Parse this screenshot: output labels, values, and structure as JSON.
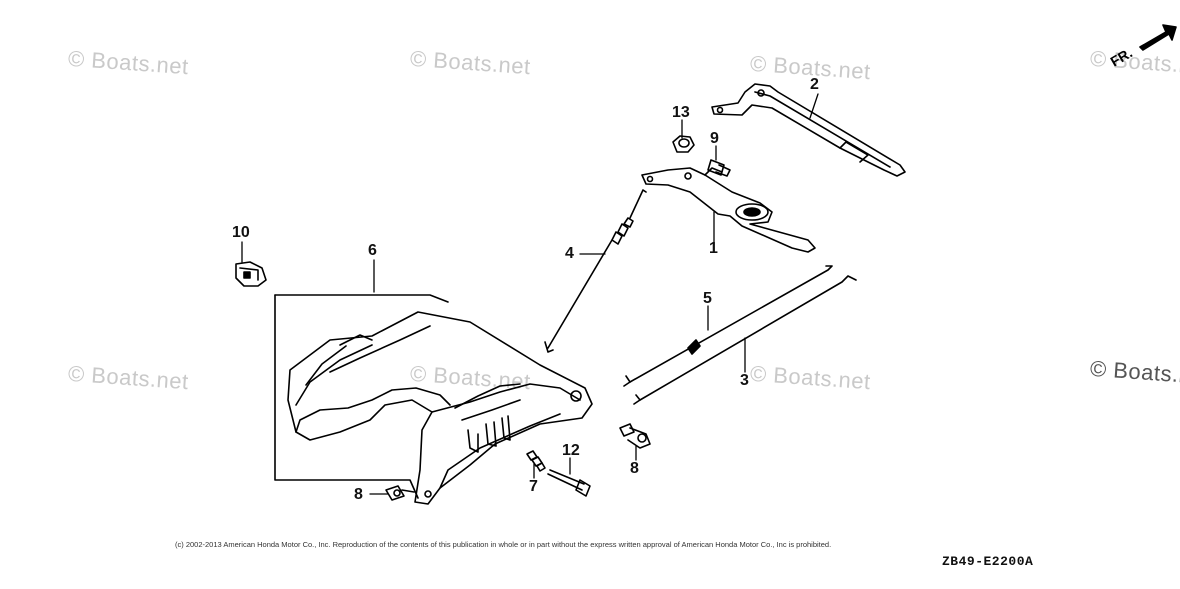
{
  "watermark": "© Boats.net",
  "direction_label": "FR.",
  "callouts": [
    {
      "id": "1",
      "text": "1"
    },
    {
      "id": "2",
      "text": "2"
    },
    {
      "id": "3",
      "text": "3"
    },
    {
      "id": "4",
      "text": "4"
    },
    {
      "id": "5",
      "text": "5"
    },
    {
      "id": "6",
      "text": "6"
    },
    {
      "id": "7",
      "text": "7"
    },
    {
      "id": "8a",
      "text": "8"
    },
    {
      "id": "8b",
      "text": "8"
    },
    {
      "id": "9",
      "text": "9"
    },
    {
      "id": "10",
      "text": "10"
    },
    {
      "id": "12",
      "text": "12"
    },
    {
      "id": "13",
      "text": "13"
    }
  ],
  "copyright": "(c) 2002-2013 American Honda Motor Co., Inc. Reproduction of the contents of this publication in whole or in part without the express written approval of American Honda Motor Co., Inc is prohibited.",
  "diagram_code": "ZB49-E2200",
  "diagram_revision": "A"
}
